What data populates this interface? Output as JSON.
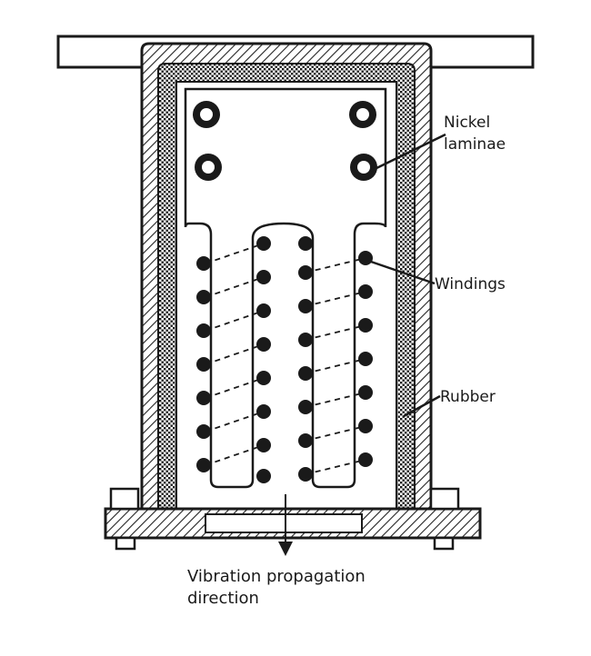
{
  "labels": {
    "nickel_line1": "Nickel",
    "nickel_line2": "laminae",
    "windings": "Windings",
    "rubber": "Rubber",
    "caption_line1": "Vibration propagation",
    "caption_line2": "direction"
  },
  "colors": {
    "ink": "#1a1a1a",
    "paper": "#ffffff"
  }
}
